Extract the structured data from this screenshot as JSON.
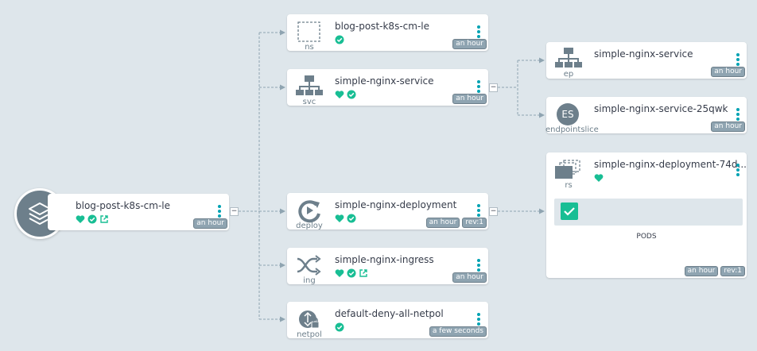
{
  "colors": {
    "background": "#dee6eb",
    "accent": "#00a2b3",
    "healthy": "#18be94",
    "tag": "#8fa4b1",
    "icon": "#6d7f8b"
  },
  "app": {
    "name": "blog-post-k8s-cm-le",
    "age": "an hour",
    "icons": [
      "heart-icon",
      "check-circle-icon",
      "external-link-icon"
    ]
  },
  "resources": {
    "ns": {
      "name": "blog-post-k8s-cm-le",
      "kind": "ns",
      "age": "an hour"
    },
    "svc": {
      "name": "simple-nginx-service",
      "kind": "svc",
      "age": "an hour"
    },
    "deploy": {
      "name": "simple-nginx-deployment",
      "kind": "deploy",
      "age": "an hour",
      "rev": "rev:1"
    },
    "ing": {
      "name": "simple-nginx-ingress",
      "kind": "ing",
      "age": "an hour"
    },
    "netpol": {
      "name": "default-deny-all-netpol",
      "kind": "netpol",
      "age": "a few seconds"
    },
    "ep": {
      "name": "simple-nginx-service",
      "kind": "ep",
      "age": "an hour"
    },
    "es": {
      "name": "simple-nginx-service-25qwk",
      "kind": "endpointslice",
      "badge": "ES",
      "age": "an hour"
    },
    "rs": {
      "name": "simple-nginx-deployment-74d...",
      "kind": "rs",
      "age": "an hour",
      "rev": "rev:1",
      "pods_label": "PODS"
    }
  },
  "collapse_symbol": "−"
}
